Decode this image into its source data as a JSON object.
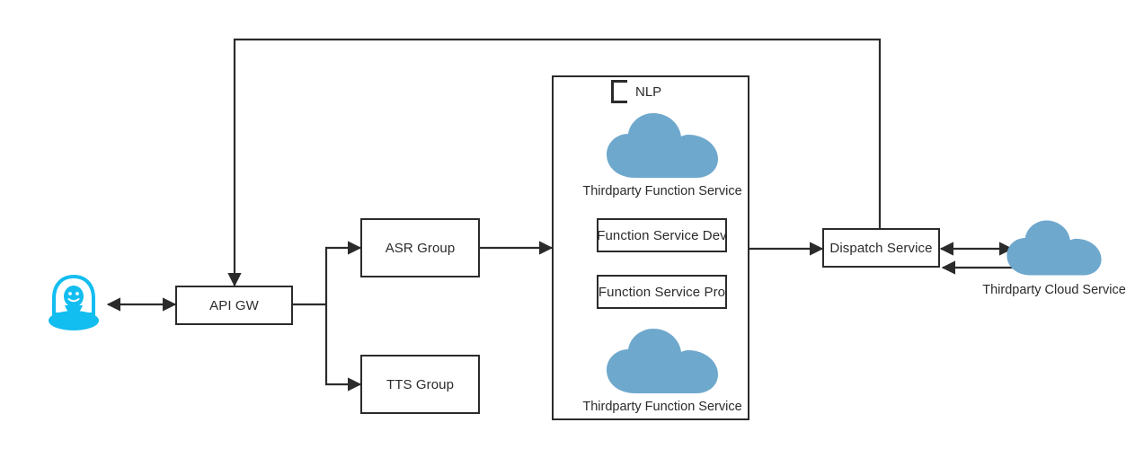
{
  "diagram": {
    "type": "architecture-flow-diagram",
    "background_color": "#ffffff",
    "stroke_color": "#2b2b2b",
    "text_color": "#2b2b2b",
    "accent_cloud_color": "#6fa8cd",
    "accent_actor_color": "#12bdf0",
    "nodes": {
      "actor": {
        "label": "",
        "icon": "user-actor-icon"
      },
      "api_gw": {
        "label": "API GW"
      },
      "asr_group": {
        "label": "ASR Group"
      },
      "tts_group": {
        "label": "TTS Group"
      },
      "nlp_group": {
        "label": "NLP",
        "icon": "package-bracket-icon"
      },
      "nlp_cloud_top": {
        "label": "Thirdparty Function Service",
        "icon": "cloud-icon"
      },
      "function_service_dev": {
        "label": "Function Service Dev"
      },
      "function_service_pro": {
        "label": "Function Service Pro"
      },
      "nlp_cloud_bottom": {
        "label": "Thirdparty Function Service",
        "icon": "cloud-icon"
      },
      "dispatch_service": {
        "label": "Dispatch Service"
      },
      "thirdparty_cloud": {
        "label": "Thirdparty Cloud Service",
        "icon": "cloud-icon"
      }
    },
    "edges": [
      {
        "id": "actor-apigw",
        "from": "actor",
        "to": "api_gw",
        "arrows": "both"
      },
      {
        "id": "apigw-asr",
        "from": "api_gw",
        "to": "asr_group",
        "arrows": "forward"
      },
      {
        "id": "apigw-tts",
        "from": "api_gw",
        "to": "tts_group",
        "arrows": "forward"
      },
      {
        "id": "asr-nlp",
        "from": "asr_group",
        "to": "nlp_group",
        "arrows": "forward"
      },
      {
        "id": "nlp-dispatch",
        "from": "nlp_group",
        "to": "dispatch_service",
        "arrows": "forward"
      },
      {
        "id": "dispatch-cloud-top",
        "from": "dispatch_service",
        "to": "thirdparty_cloud",
        "arrows": "both"
      },
      {
        "id": "cloud-dispatch-bottom",
        "from": "thirdparty_cloud",
        "to": "dispatch_service",
        "arrows": "forward"
      },
      {
        "id": "dispatch-apigw-feedback",
        "from": "dispatch_service",
        "to": "api_gw",
        "arrows": "forward"
      }
    ]
  }
}
